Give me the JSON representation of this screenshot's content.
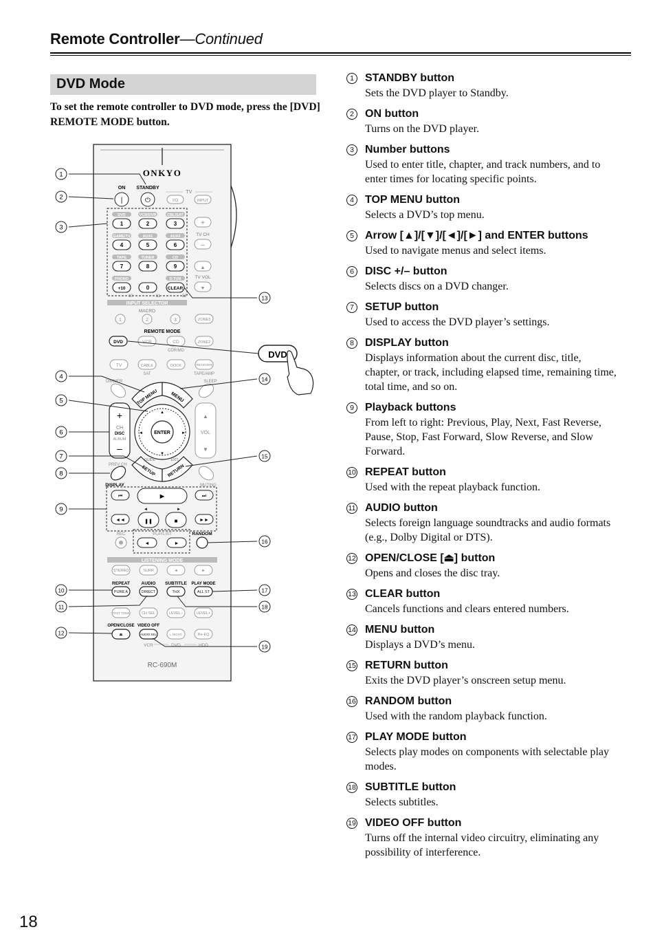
{
  "header": {
    "title": "Remote Controller",
    "continued": "—Continued"
  },
  "section_title": "DVD Mode",
  "intro": "To set the remote controller to DVD mode, press the [DVD] REMOTE MODE button.",
  "page_number": "18",
  "remote": {
    "brand": "ONKYO",
    "model": "RC-690M",
    "callout_button": "DVD",
    "labels": {
      "on": "ON",
      "standby": "STANDBY",
      "tv": "TV",
      "tv_ch": "TV CH",
      "tv_vol": "TV VOL",
      "input_selector": "INPUT SELECTOR",
      "macro": "MACRO",
      "remote_mode": "REMOTE MODE",
      "dimmer": "DIMMER",
      "sleep": "SLEEP",
      "ch": "CH",
      "disc": "DISC",
      "album": "ALBUM",
      "vol": "VOL",
      "guide": "GUIDE",
      "exit": "EXIT",
      "prev_ch": "PREV CH",
      "display": "DISPLAY",
      "muting": "MUTING",
      "rec": "REC",
      "playlist": "PLAYLIST",
      "random": "RANDOM",
      "listening_mode": "LISTENING MODE",
      "repeat": "REPEAT",
      "audio": "AUDIO",
      "subtitle": "SUBTITLE",
      "play_mode": "PLAY MODE",
      "open_close": "OPEN/CLOSE",
      "video_off": "VIDEO OFF",
      "vcr": "VCR",
      "dvd": "DVD",
      "hdd": "HDD",
      "cdr_md": "CDR/MD",
      "sat": "SAT",
      "tape_amp": "TAPE/AMP",
      "ten": "10",
      "eleven": "11",
      "twelve": "12"
    },
    "number_rows": [
      [
        {
          "top": "DVD",
          "key": "1"
        },
        {
          "top": "VCR/DVR",
          "key": "2"
        },
        {
          "top": "CBL/SAT",
          "key": "3"
        }
      ],
      [
        {
          "top": "GAME/TV",
          "key": "4"
        },
        {
          "top": "AUX1",
          "key": "5"
        },
        {
          "top": "AUX2",
          "key": "6"
        }
      ],
      [
        {
          "top": "TAPE",
          "key": "7"
        },
        {
          "top": "TUNER",
          "key": "8"
        },
        {
          "top": "CD",
          "key": "9"
        }
      ],
      [
        {
          "top": "PHONO",
          "key": "+10"
        },
        {
          "top": "",
          "key": "0"
        },
        {
          "top": "D.TUN",
          "key": "CLEAR"
        }
      ]
    ],
    "tv_buttons": {
      "power": "I/O",
      "input": "INPUT",
      "plus": "+",
      "minus": "–",
      "up": "▲",
      "down": "▼"
    },
    "macro_buttons": [
      "1",
      "2",
      "3"
    ],
    "zone3": "ZONE3",
    "mode_buttons": [
      "DVD",
      "VCR",
      "CD",
      "ZONE2"
    ],
    "mode_buttons2": [
      "TV",
      "CABLE",
      "DOCK",
      "RECEIVER"
    ],
    "top_menu": "TOP MENU",
    "menu": "MENU",
    "enter": "ENTER",
    "setup": "SETUP",
    "return": "RETURN",
    "lm_buttons": [
      "STEREO",
      "SURR",
      "◄",
      "►"
    ],
    "row_repeat": [
      "PURE A",
      "DIRECT",
      "THX",
      "ALL ST"
    ],
    "row_test": [
      "TEST TONE",
      "CH SEL",
      "LEVEL–",
      "LEVEL+"
    ],
    "row_audio": [
      "⏏",
      "AUDIO SEL",
      "L NIGHT",
      "Re-EQ"
    ],
    "callouts": [
      "1",
      "2",
      "3",
      "4",
      "5",
      "6",
      "7",
      "8",
      "9",
      "10",
      "11",
      "12",
      "13",
      "14",
      "15",
      "16",
      "17",
      "18",
      "19"
    ]
  },
  "items": [
    {
      "num": "1",
      "title": "STANDBY button",
      "text": "Sets the DVD player to Standby."
    },
    {
      "num": "2",
      "title": "ON button",
      "text": "Turns on the DVD player."
    },
    {
      "num": "3",
      "title": "Number buttons",
      "text": "Used to enter title, chapter, and track numbers, and to enter times for locating specific points."
    },
    {
      "num": "4",
      "title": "TOP MENU button",
      "text": "Selects a DVD’s top menu."
    },
    {
      "num": "5",
      "title": "Arrow [▲]/[▼]/[◄]/[►] and ENTER buttons",
      "text": "Used to navigate menus and select items."
    },
    {
      "num": "6",
      "title": "DISC +/– button",
      "text": "Selects discs on a DVD changer."
    },
    {
      "num": "7",
      "title": "SETUP button",
      "text": "Used to access the DVD player’s settings."
    },
    {
      "num": "8",
      "title": "DISPLAY button",
      "text": "Displays information about the current disc, title, chapter, or track, including elapsed time, remaining time, total time, and so on."
    },
    {
      "num": "9",
      "title": "Playback buttons",
      "text": "From left to right: Previous, Play, Next, Fast Reverse, Pause, Stop, Fast Forward, Slow Reverse, and Slow Forward."
    },
    {
      "num": "10",
      "title": "REPEAT button",
      "text": "Used with the repeat playback function."
    },
    {
      "num": "11",
      "title": "AUDIO button",
      "text": "Selects foreign language soundtracks and audio formats (e.g., Dolby Digital or DTS)."
    },
    {
      "num": "12",
      "title": "OPEN/CLOSE [⏏] button",
      "text": "Opens and closes the disc tray."
    },
    {
      "num": "13",
      "title": "CLEAR button",
      "text": "Cancels functions and clears entered numbers."
    },
    {
      "num": "14",
      "title": "MENU button",
      "text": "Displays a DVD’s menu."
    },
    {
      "num": "15",
      "title": "RETURN button",
      "text": "Exits the DVD player’s onscreen setup menu."
    },
    {
      "num": "16",
      "title": "RANDOM button",
      "text": "Used with the random playback function."
    },
    {
      "num": "17",
      "title": "PLAY MODE button",
      "text": "Selects play modes on components with selectable play modes."
    },
    {
      "num": "18",
      "title": "SUBTITLE button",
      "text": "Selects subtitles."
    },
    {
      "num": "19",
      "title": "VIDEO OFF button",
      "text": "Turns off the internal video circuitry, eliminating any possibility of interference."
    }
  ]
}
